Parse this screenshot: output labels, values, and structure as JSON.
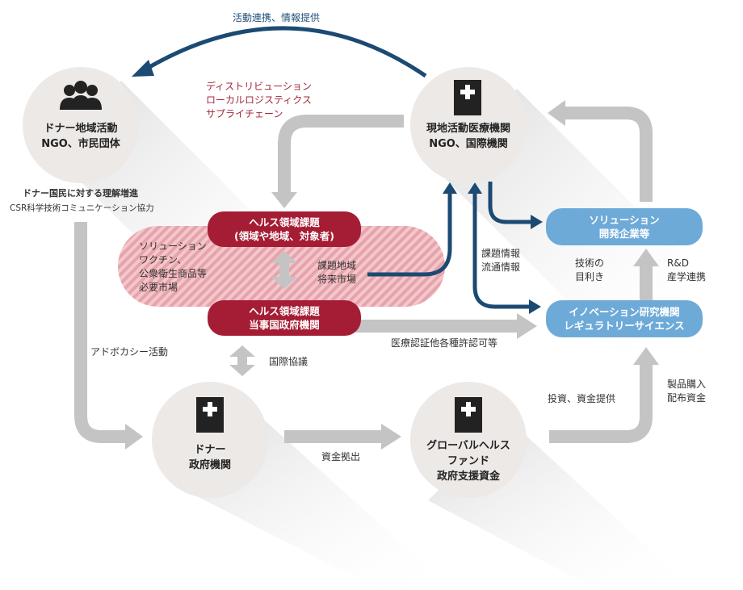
{
  "colors": {
    "navy": "#1b4a73",
    "red": "#a51d34",
    "light_blue": "#6eaad8",
    "gray_arrow": "#c4c4c4",
    "circle": "#ece9e7",
    "hatch": "#e7a9b0"
  },
  "nodes": {
    "donor_region": {
      "label": "ドナー地域活動\nNGO、市民団体",
      "icon": "people-icon"
    },
    "local_medical": {
      "label": "現地活動医療機関\nNGO、国際機関",
      "icon": "medical-building-icon"
    },
    "donor_gov": {
      "label": "ドナー\n政府機関",
      "icon": "medical-building-icon"
    },
    "global_fund": {
      "label": "グローバルヘルス\nファンド\n政府支援資金",
      "icon": "medical-building-icon"
    },
    "solution_dev": {
      "label": "ソリューション\n開発企業等"
    },
    "innovation": {
      "label": "イノベーション研究機関\nレギュラトリーサイエンス"
    },
    "health_issue_region": {
      "label": "ヘルス領域課題\n(領域や地域、対象者)"
    },
    "health_issue_gov": {
      "label": "ヘルス領域課題\n当事国政府機関"
    }
  },
  "labels": {
    "collab_info": "活動連携、情報提供",
    "distribution": "ディストリビューション\nローカルロジスティクス\nサプライチェーン",
    "donor_understanding": "ドナー国民に対する理解増進",
    "csr": "CSR科学技術コミュニケーション協力",
    "solution_market": "ソリューション\nワクチン、\n公衆衛生商品等\n必要市場",
    "issue_market": "課題地域\n将来市場",
    "info_flow": "課題情報\n流通情報",
    "tech_eye": "技術の\n目利き",
    "rd": "R&D\n産学連携",
    "advocacy": "アドボカシー活動",
    "approval": "医療認証他各種許認可等",
    "intl_consult": "国際協議",
    "funding": "資金拠出",
    "investment": "投資、資金提供",
    "product_purchase": "製品購入\n配布資金"
  }
}
